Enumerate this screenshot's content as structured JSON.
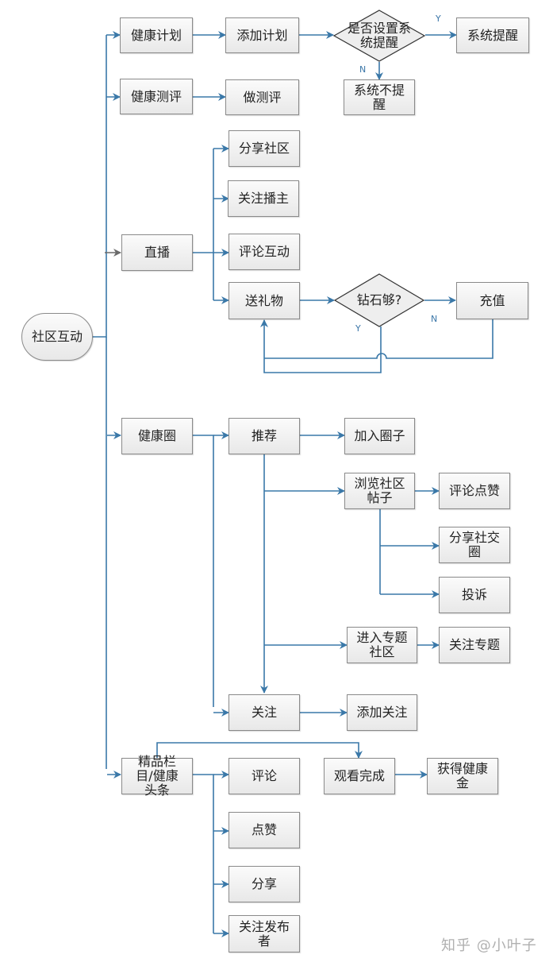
{
  "diagram": {
    "root": "社区互动",
    "nodes": {
      "health_plan": "健康计划",
      "add_plan": "添加计划",
      "set_reminder_decision": "是否设置系统提醒",
      "system_reminder": "系统提醒",
      "no_reminder": "系统不提醒",
      "health_assessment": "健康测评",
      "do_assessment": "做测评",
      "live": "直播",
      "share_community": "分享社区",
      "follow_host": "关注播主",
      "comment_interact": "评论互动",
      "send_gift": "送礼物",
      "diamonds_decision": "钻石够?",
      "recharge": "充值",
      "health_circle": "健康圈",
      "recommend": "推荐",
      "join_circle": "加入圈子",
      "browse_posts": "浏览社区帖子",
      "comment_like": "评论点赞",
      "share_social": "分享社交圈",
      "report": "投诉",
      "enter_topic": "进入专题社区",
      "follow_topic": "关注专题",
      "follow": "关注",
      "add_follow": "添加关注",
      "featured_column": "精品栏目/健康头条",
      "comment": "评论",
      "like": "点赞",
      "share": "分享",
      "follow_publisher": "关注发布者",
      "watch_complete": "观看完成",
      "get_health_coins": "获得健康金"
    },
    "edge_labels": {
      "reminder_yes": "Y",
      "reminder_no": "N",
      "diamonds_yes": "Y",
      "diamonds_no": "N"
    },
    "edges": [
      [
        "root",
        "health_plan"
      ],
      [
        "root",
        "health_assessment"
      ],
      [
        "root",
        "live"
      ],
      [
        "root",
        "health_circle"
      ],
      [
        "root",
        "featured_column"
      ],
      [
        "health_plan",
        "add_plan"
      ],
      [
        "add_plan",
        "set_reminder_decision"
      ],
      [
        "set_reminder_decision",
        "system_reminder",
        "Y"
      ],
      [
        "set_reminder_decision",
        "no_reminder",
        "N"
      ],
      [
        "health_assessment",
        "do_assessment"
      ],
      [
        "live",
        "share_community"
      ],
      [
        "live",
        "follow_host"
      ],
      [
        "live",
        "comment_interact"
      ],
      [
        "live",
        "send_gift"
      ],
      [
        "send_gift",
        "diamonds_decision"
      ],
      [
        "diamonds_decision",
        "recharge",
        "N"
      ],
      [
        "diamonds_decision",
        "send_gift",
        "Y"
      ],
      [
        "recharge",
        "send_gift"
      ],
      [
        "health_circle",
        "recommend"
      ],
      [
        "health_circle",
        "follow"
      ],
      [
        "recommend",
        "join_circle"
      ],
      [
        "recommend",
        "browse_posts"
      ],
      [
        "recommend",
        "enter_topic"
      ],
      [
        "recommend",
        "follow"
      ],
      [
        "browse_posts",
        "comment_like"
      ],
      [
        "browse_posts",
        "share_social"
      ],
      [
        "browse_posts",
        "report"
      ],
      [
        "enter_topic",
        "follow_topic"
      ],
      [
        "follow",
        "add_follow"
      ],
      [
        "featured_column",
        "comment"
      ],
      [
        "featured_column",
        "like"
      ],
      [
        "featured_column",
        "share"
      ],
      [
        "featured_column",
        "follow_publisher"
      ],
      [
        "featured_column",
        "watch_complete"
      ],
      [
        "watch_complete",
        "get_health_coins"
      ]
    ],
    "colors": {
      "connector": "#3a78a8",
      "box_border": "#8a8a8a",
      "box_fill": "#f2f2f2",
      "label": "#3b76a8"
    }
  },
  "watermark": "知乎 @小叶子"
}
